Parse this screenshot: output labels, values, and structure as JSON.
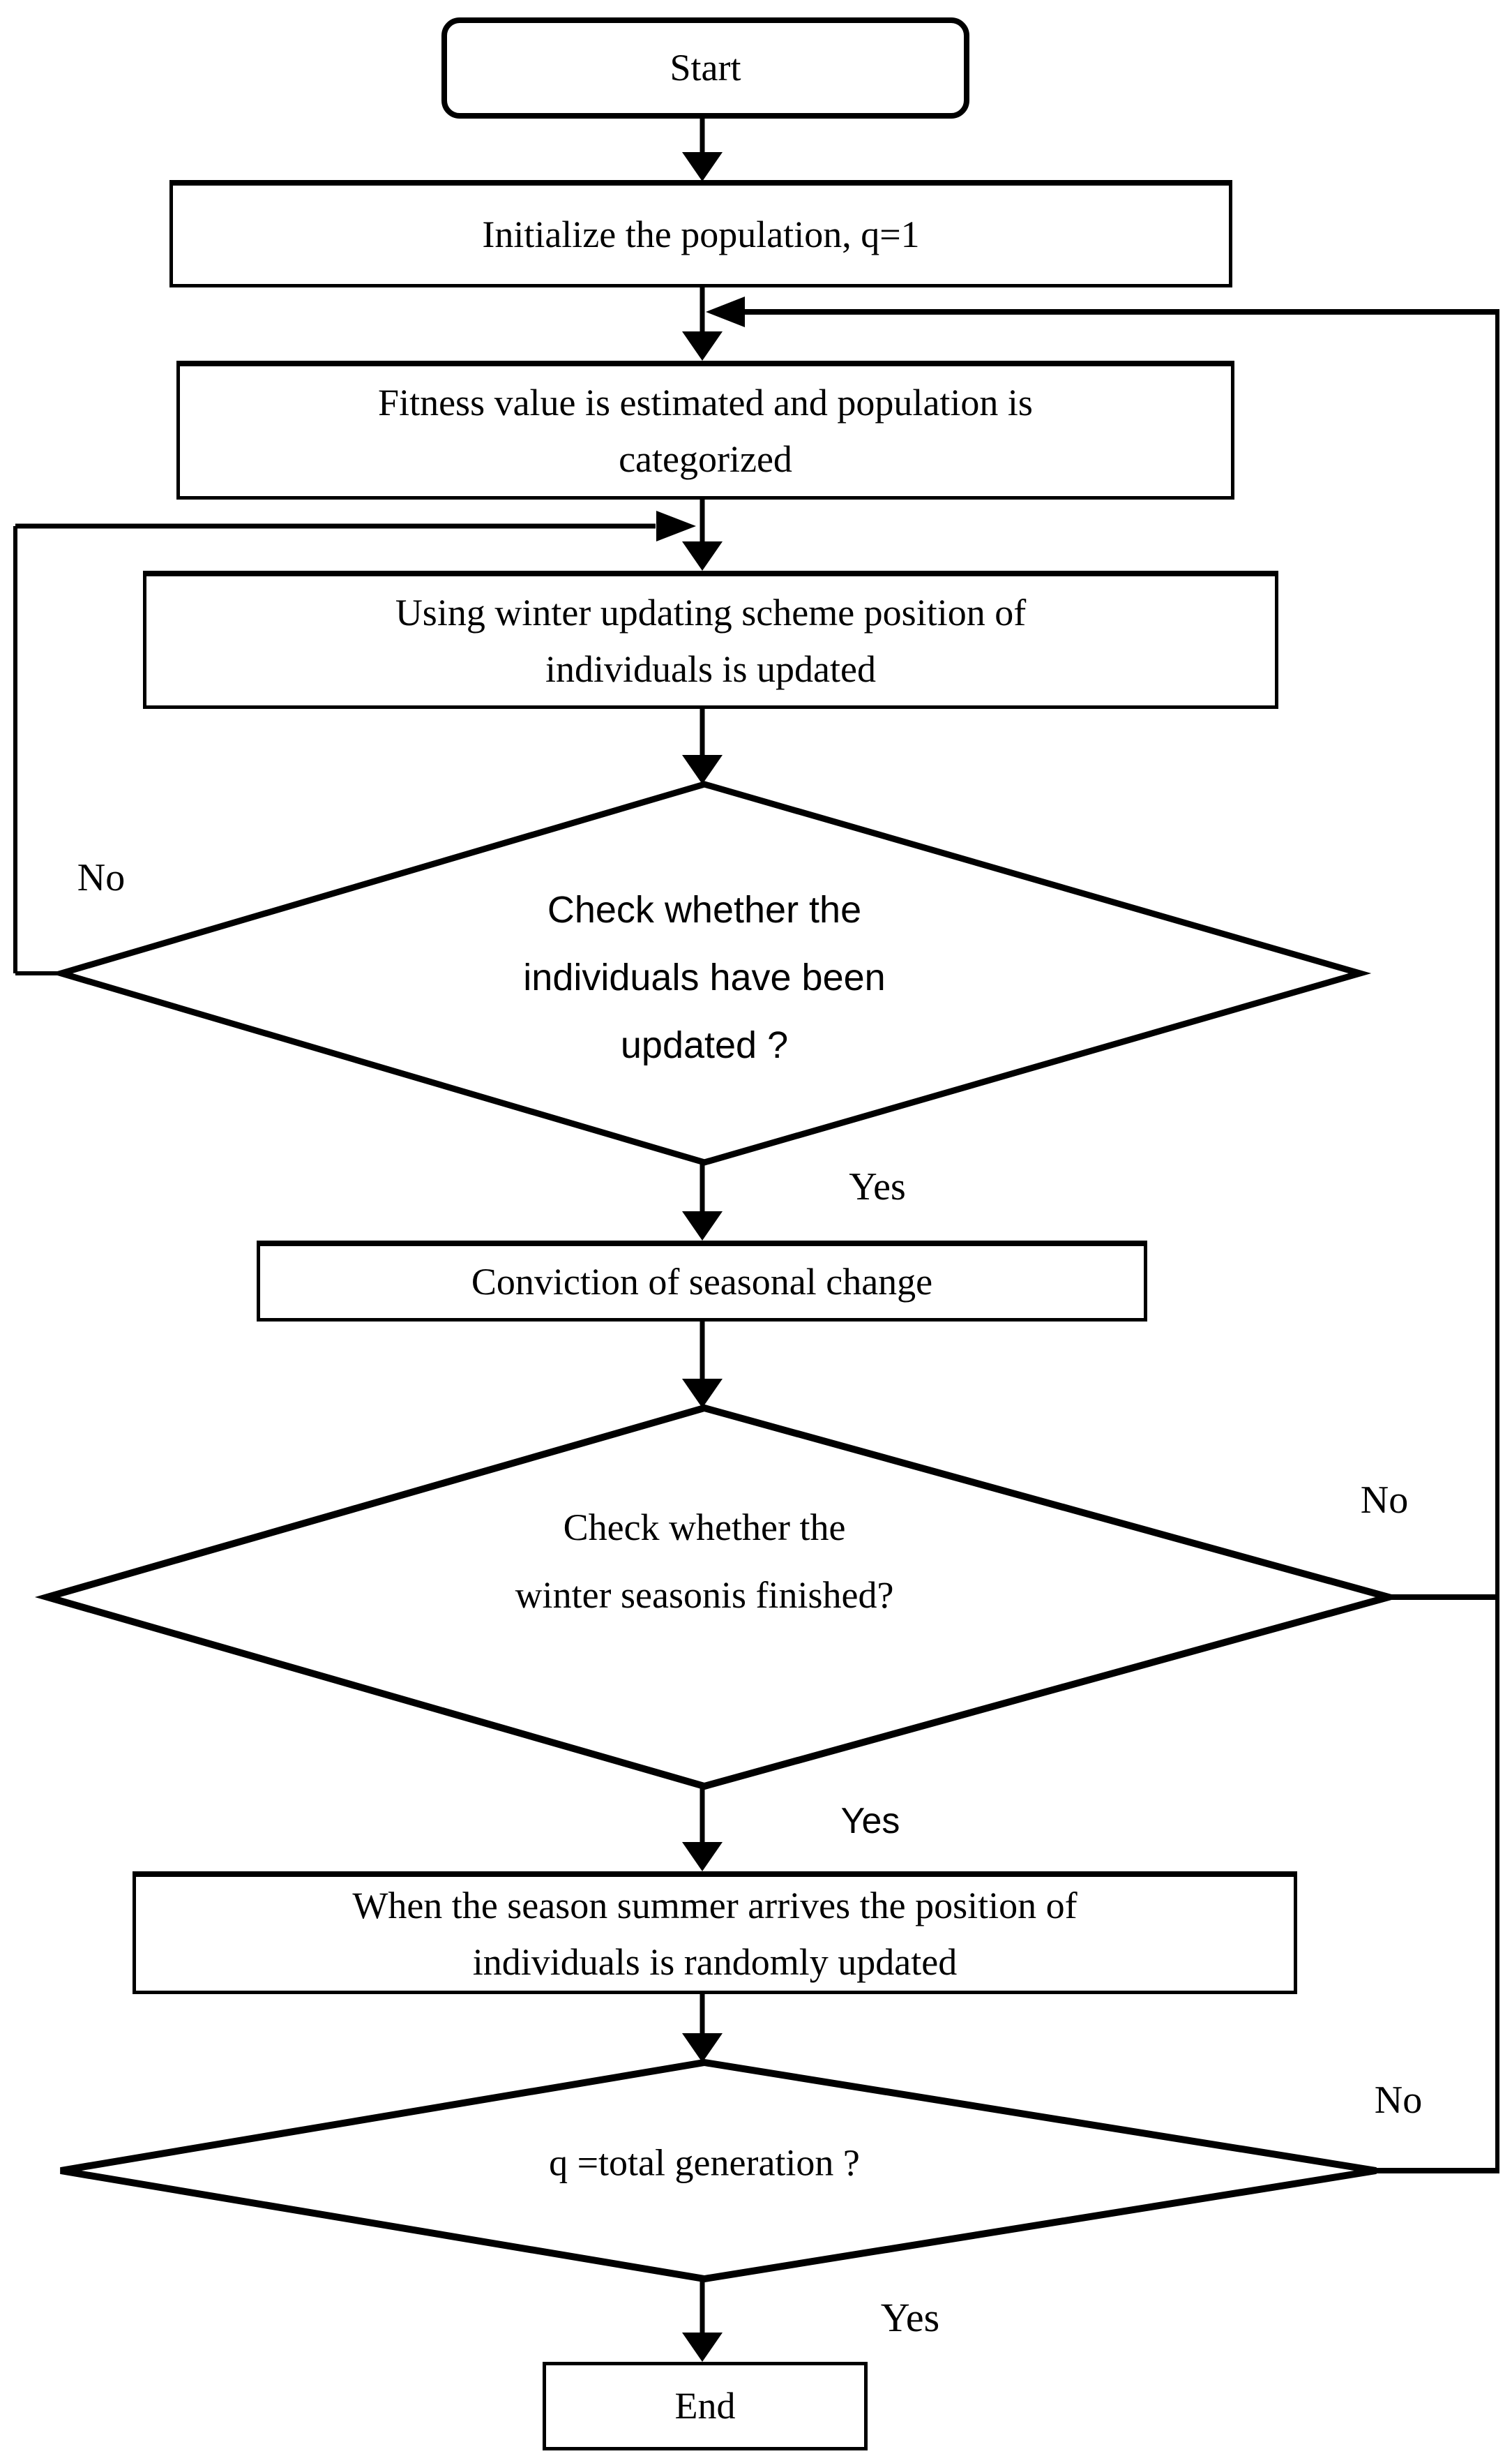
{
  "meta": {
    "background_color": "#ffffff",
    "line_color": "#000000",
    "diagram_type": "flowchart"
  },
  "nodes": {
    "start": {
      "label": "Start",
      "type": "terminator"
    },
    "initialize": {
      "label": "Initialize the population, q=1",
      "type": "process"
    },
    "fitness": {
      "label": "Fitness value is estimated and population is\ncategorized",
      "type": "process"
    },
    "winter_update": {
      "label": "Using winter updating scheme position of\nindividuals is updated",
      "type": "process"
    },
    "check_updated": {
      "label": "Check whether the\nindividuals have been\nupdated ?",
      "type": "decision"
    },
    "conviction": {
      "label": "Conviction of seasonal change",
      "type": "process"
    },
    "check_winter": {
      "label": "Check whether the\nwinter seasonis finished?",
      "type": "decision"
    },
    "summer_update": {
      "label": "When the season summer arrives the position of\nindividuals is randomly updated",
      "type": "process"
    },
    "check_generation": {
      "label": "q =total generation ?",
      "type": "decision"
    },
    "end": {
      "label": "End",
      "type": "terminator"
    }
  },
  "edge_labels": {
    "check_updated_no": "No",
    "check_updated_yes": "Yes",
    "check_winter_no": "No",
    "check_winter_yes": "Yes",
    "check_generation_no": "No",
    "check_generation_yes": "Yes"
  }
}
